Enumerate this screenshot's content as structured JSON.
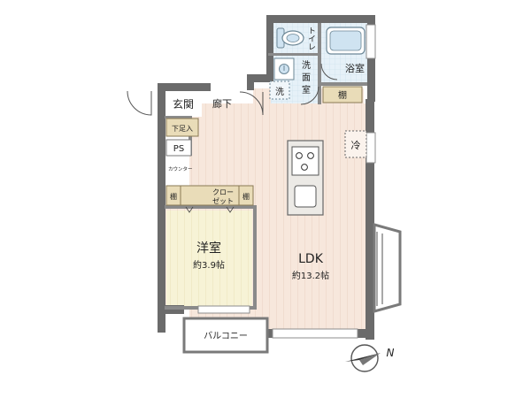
{
  "rooms": {
    "toilet": {
      "label": "トイレ"
    },
    "washroom": {
      "label": "洗面室"
    },
    "washer": {
      "label": "洗"
    },
    "bath": {
      "label": "浴室"
    },
    "entrance": {
      "label": "玄関"
    },
    "corridor": {
      "label": "廊下"
    },
    "shoe_box": {
      "label": "下足入"
    },
    "ps": {
      "label": "PS"
    },
    "counter": {
      "label": "カウンター"
    },
    "shelf_bath": {
      "label": "棚"
    },
    "shelf_left": {
      "label": "棚"
    },
    "shelf_right": {
      "label": "棚"
    },
    "closet": {
      "label": "クロー\nゼット"
    },
    "fridge": {
      "label": "冷"
    },
    "western_room": {
      "label": "洋室",
      "size": "約3.9帖"
    },
    "ldk": {
      "label": "LDK",
      "size": "約13.2帖"
    },
    "balcony": {
      "label": "バルコニー"
    }
  },
  "compass": {
    "label": "N"
  },
  "colors": {
    "wall": "#6b6b6b",
    "wall_light": "#bdbdbd",
    "ldk_floor": "#f7e7dc",
    "ldk_stripe": "#eed6c6",
    "western_floor": "#f7f3d6",
    "tile": "#dcecf6",
    "fixture_blue": "#cfe3f1",
    "shelf_fill": "#e9dcb8"
  }
}
